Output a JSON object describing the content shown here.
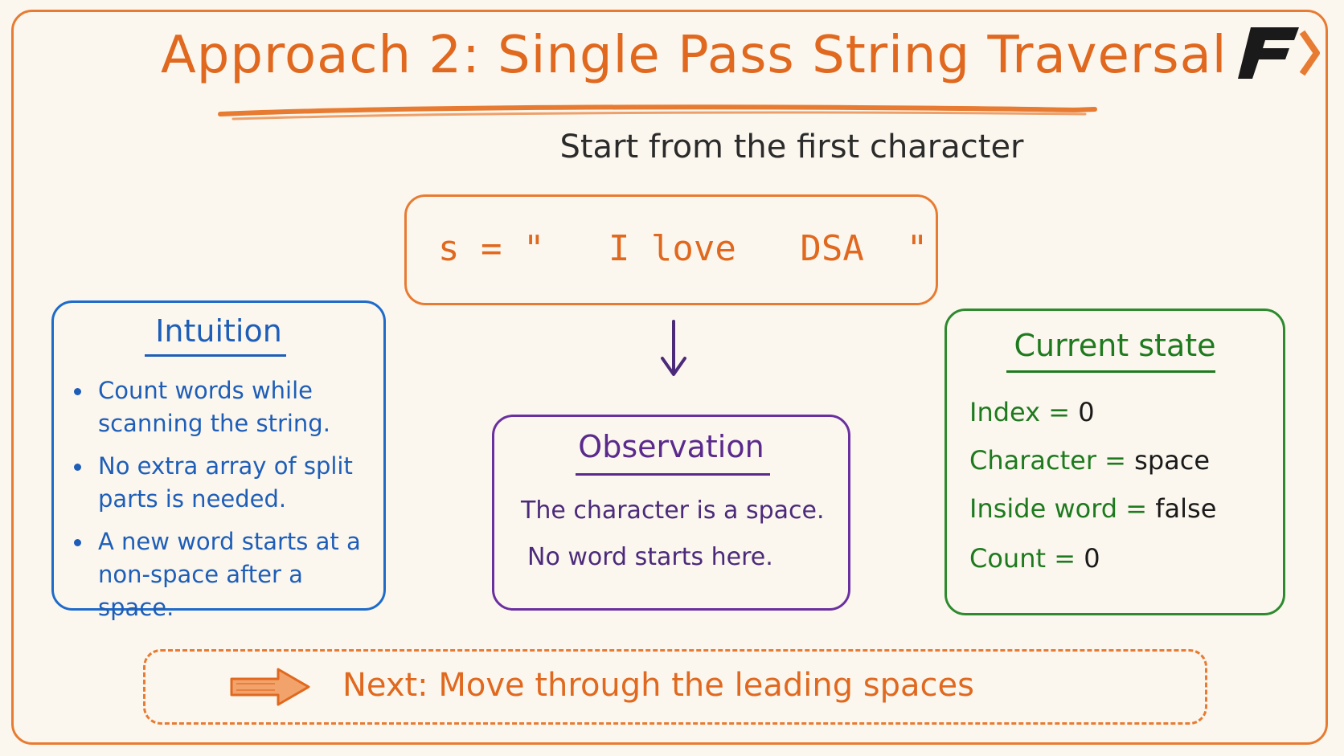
{
  "title": "Approach 2: Single Pass String Traversal",
  "subtitle": "Start from the first character",
  "string_expr": "s = \"   I love   DSA  \"",
  "intuition": {
    "title": "Intuition",
    "bullets": [
      "Count words while scanning the string.",
      "No extra array of split parts is needed.",
      "A new word starts at a non-space after a space."
    ]
  },
  "observation": {
    "title": "Observation",
    "lines": [
      "The character is a space.",
      "No word starts here."
    ]
  },
  "current_state": {
    "title": "Current state",
    "rows": [
      {
        "key": "Index",
        "value": "0"
      },
      {
        "key": "Character",
        "value": "space"
      },
      {
        "key": "Inside word",
        "value": "false"
      },
      {
        "key": "Count",
        "value": "0"
      }
    ]
  },
  "next": "Next: Move through the leading spaces",
  "logo_icon": "brand-f-arrow-logo",
  "colors": {
    "accent_orange": "#e0691f",
    "intuition_blue": "#1e5eb8",
    "observation_purple": "#5a2a8c",
    "state_green": "#1f7a1f",
    "background": "#fbf7ee"
  }
}
